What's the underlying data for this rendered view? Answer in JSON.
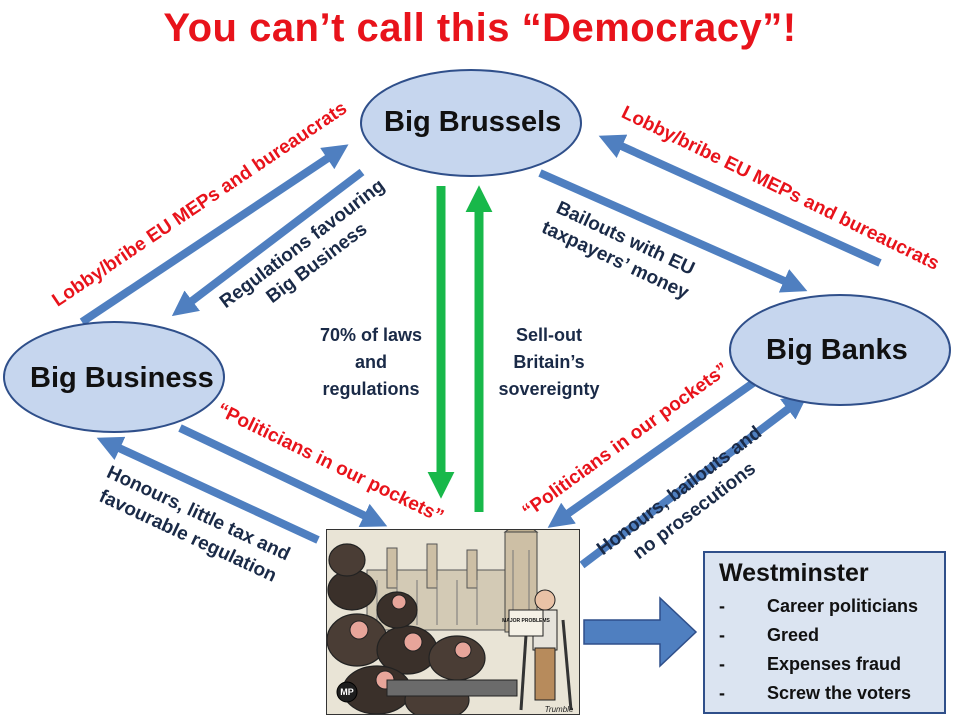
{
  "title": "You can’t call this “Democracy”!",
  "nodes": {
    "brussels": "Big Brussels",
    "business": "Big Business",
    "banks": "Big Banks"
  },
  "edges": {
    "business_to_brussels": "Lobby/bribe EU MEPs and bureaucrats",
    "banks_to_brussels": "Lobby/bribe EU MEPs and bureaucrats",
    "brussels_to_business": [
      "Regulations favouring",
      "Big Business"
    ],
    "brussels_to_banks": [
      "Bailouts with EU",
      "taxpayers’ money"
    ],
    "brussels_to_westminster": [
      "70% of laws",
      "and",
      "regulations"
    ],
    "westminster_to_brussels": [
      "Sell-out",
      "Britain’s",
      "sovereignty"
    ],
    "business_to_westminster": "“Politicians in our pockets”",
    "banks_to_westminster": "“Politicians in our pockets”",
    "westminster_to_business": [
      "Honours, little tax and",
      "favourable regulation"
    ],
    "westminster_to_banks": [
      "Honours, bailouts and",
      "no prosecutions"
    ]
  },
  "westminster": {
    "heading": "Westminster",
    "items": [
      {
        "bullet": "-",
        "text": "Career politicians"
      },
      {
        "bullet": "-",
        "text": "Greed"
      },
      {
        "bullet": "-",
        "text": "Expenses fraud"
      },
      {
        "bullet": "-",
        "text": "Screw the voters"
      }
    ]
  },
  "cartoon": {
    "sign_text": "MAJOR PROBLEMS",
    "badge_text": "MP",
    "signature": "Trumble"
  },
  "colors": {
    "title": "#e8131b",
    "ellipse_fill": "#c6d6ee",
    "ellipse_stroke": "#2f4f8a",
    "blue_arrow": "#4f7fc0",
    "green_arrow": "#18b84a",
    "red_text": "#e8131b",
    "navy_text": "#1a2a47",
    "box_fill": "#dbe4f1"
  }
}
